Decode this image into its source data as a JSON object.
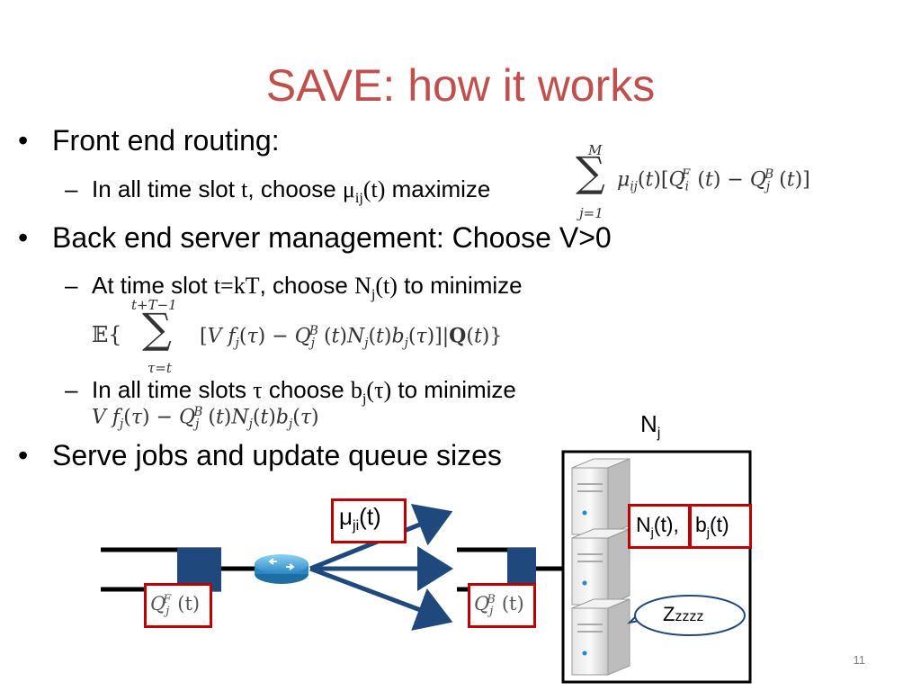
{
  "slide": {
    "title": "SAVE: how it works",
    "bullets": [
      {
        "text": "Front end routing:",
        "subs": [
          {
            "pre": "In all time slot ",
            "v1": "t",
            "mid": ", choose ",
            "v2": "μ",
            "v2sub": "ij",
            "v2b": "(t)",
            "post": " maximize"
          }
        ]
      },
      {
        "text": "Back end server management: Choose V>0",
        "subs": [
          {
            "pre": "At time slot ",
            "v1": "t=kT",
            "mid": ", choose ",
            "v2": "N",
            "v2sub": "j",
            "v2b": "(t)",
            "post": " to minimize"
          },
          {
            "pre": "In all time slots ",
            "v1": "τ",
            "mid": " choose ",
            "v2": "b",
            "v2sub": "j",
            "v2b": "(τ)",
            "post": " to minimize"
          }
        ]
      },
      {
        "text": "Serve jobs and update queue sizes"
      }
    ],
    "slide_number": "11"
  },
  "formulas": {
    "routing_sum_top": "M",
    "routing_sum_bottom": "j=1",
    "routing_body": "μij(t)[QiF(t) − QjB(t)]",
    "expectation_top": "t+T−1",
    "expectation_bottom": "τ=t",
    "expectation_body": "𝔼{ Σ [V fj(τ) − QjB(t)Nj(t)bj(τ)] |Q(t)}",
    "per_slot_body": "V fj(τ) − QjB(t)Nj(t)bj(τ)"
  },
  "diagram": {
    "router_label": {
      "base": "μ",
      "sub": "ji",
      "tail": "(t)"
    },
    "front_queue_label": {
      "base": "Q",
      "sup": "F",
      "sub": "j",
      "tail": "(t)"
    },
    "back_queue_label": {
      "base": "Q",
      "sup": "B",
      "sub": "j",
      "tail": "(t)"
    },
    "server_group_label": {
      "base": "N",
      "sub": "j"
    },
    "control_label_n": {
      "base": "N",
      "sub": "j",
      "tail": "(t),"
    },
    "control_label_b": {
      "base": "b",
      "sub": "j",
      "tail": "(t)"
    },
    "sleep_label": {
      "big": "Z",
      "small": "zzzz"
    },
    "colors": {
      "queue_fill": "#1f497d",
      "highlight_border": "#c00000",
      "arrow": "#1f497d",
      "router": "#3aa0d8"
    }
  }
}
